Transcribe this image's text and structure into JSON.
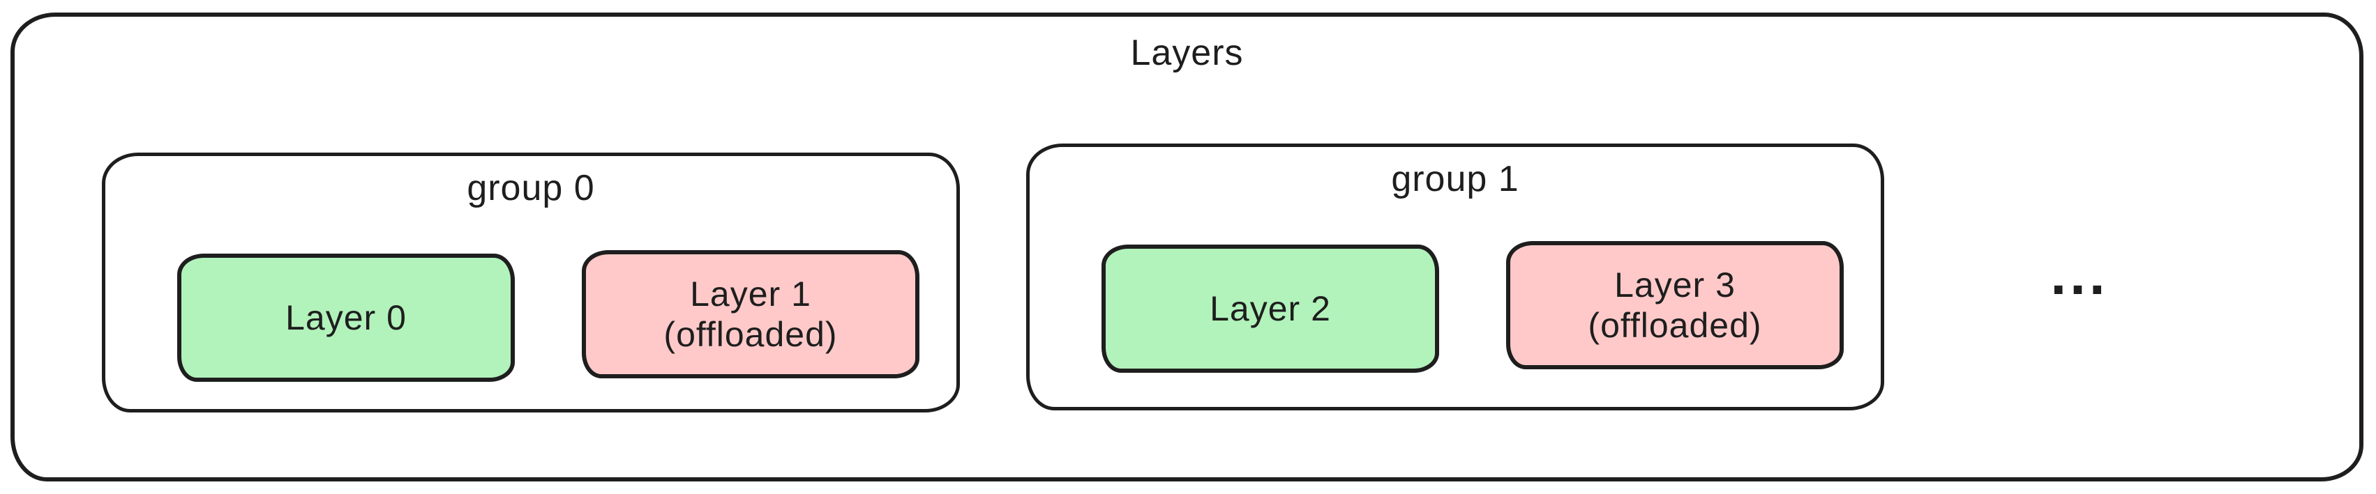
{
  "diagram": {
    "title": "Layers",
    "ellipsis": "...",
    "groups": [
      {
        "label": "group 0",
        "layers": [
          {
            "label": "Layer 0",
            "sublabel": "",
            "status": "loaded"
          },
          {
            "label": "Layer 1",
            "sublabel": "(offloaded)",
            "status": "offloaded"
          }
        ]
      },
      {
        "label": "group 1",
        "layers": [
          {
            "label": "Layer 2",
            "sublabel": "",
            "status": "loaded"
          },
          {
            "label": "Layer 3",
            "sublabel": "(offloaded)",
            "status": "offloaded"
          }
        ]
      }
    ],
    "colors": {
      "loaded_fill": "#b2f2bb",
      "offloaded_fill": "#ffc9c9",
      "stroke": "#1e1e1e",
      "background": "#ffffff"
    }
  }
}
